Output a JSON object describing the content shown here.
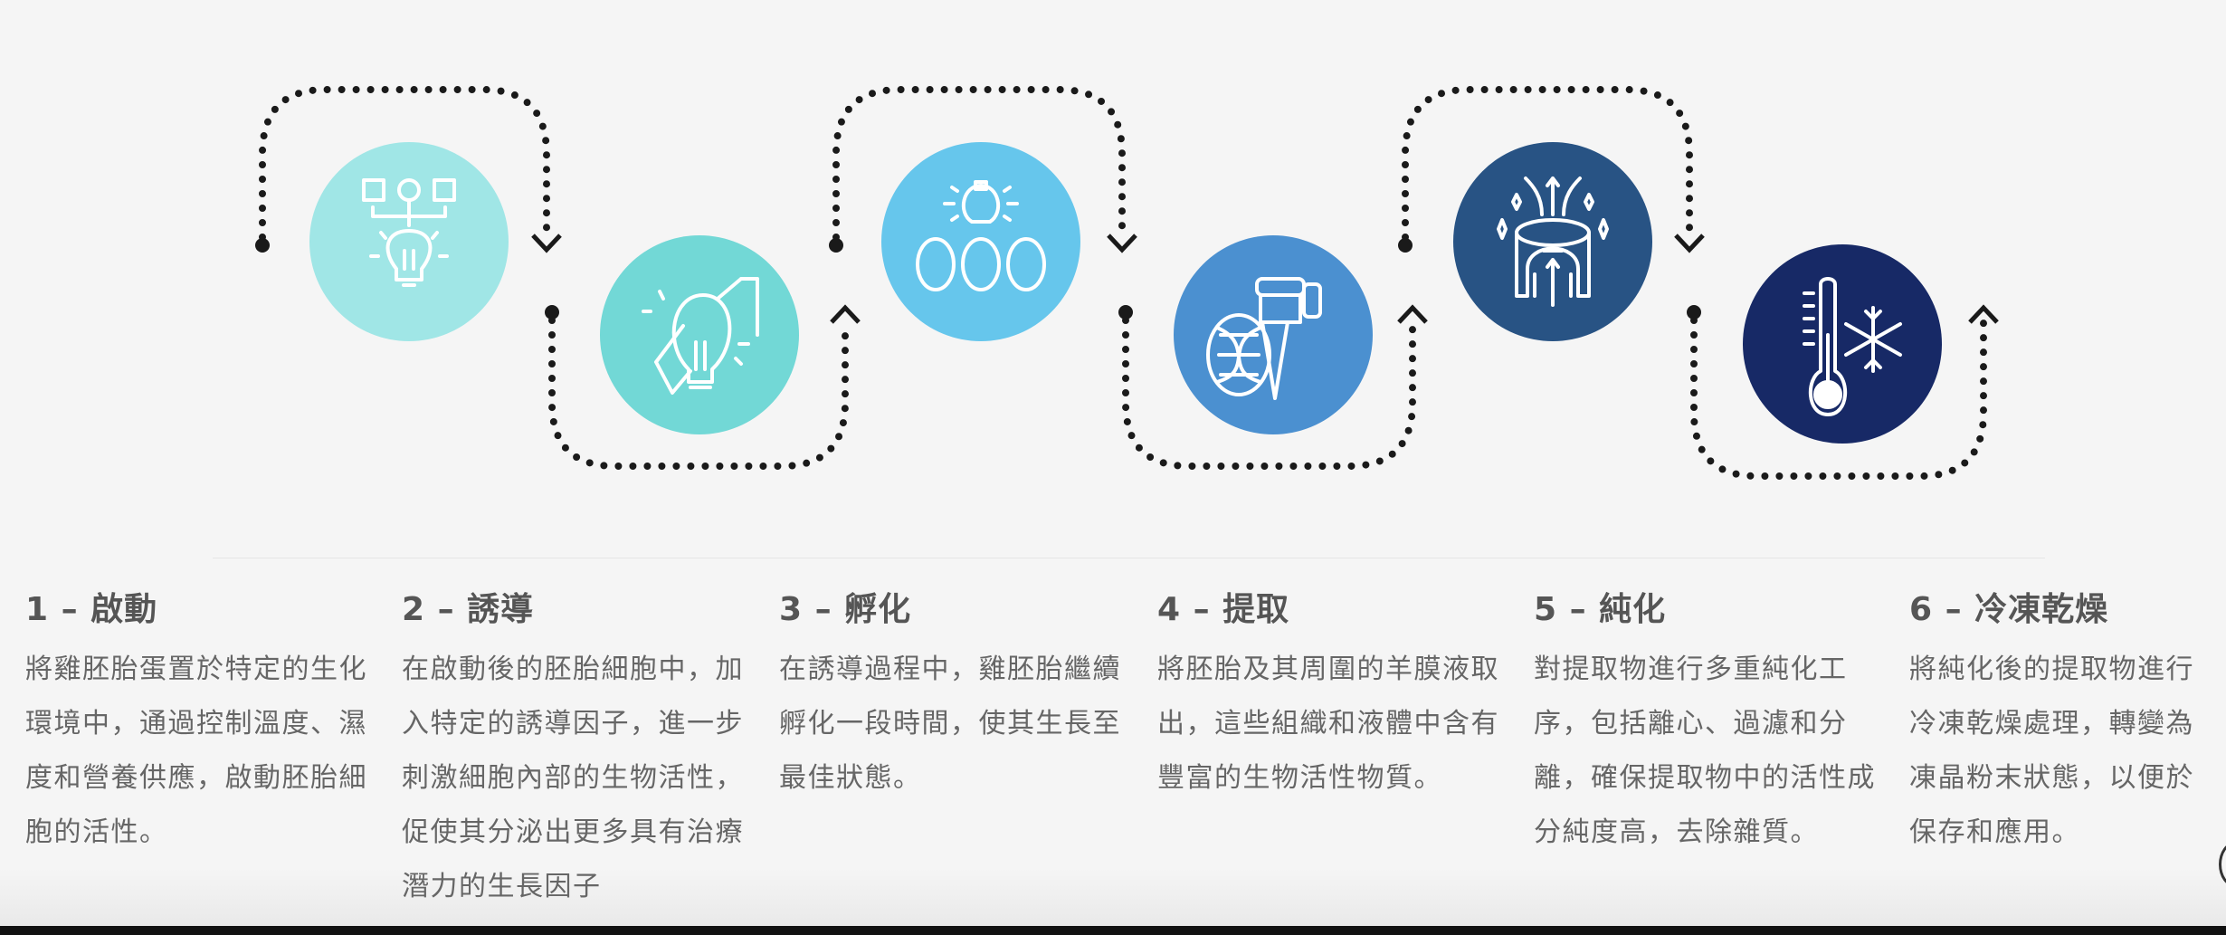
{
  "colors": {
    "step1": "#a0e6e6",
    "step2": "#72d8d6",
    "step3": "#66c6ec",
    "step4": "#4b90d0",
    "step5": "#285384",
    "step6": "#172966",
    "connector": "#1a1a1a"
  },
  "steps": [
    {
      "title": "1 – 啟動",
      "icon": "shapes-lightbulb-icon",
      "text": "將雞胚胎蛋置於特定的生化環境中，通過控制溫度、濕度和營養供應，啟動胚胎細胞的活性。"
    },
    {
      "title": "2 – 誘導",
      "icon": "lightbulb-growth-arrow-icon",
      "text": "在啟動後的胚胎細胞中，加入特定的誘導因子，進一步刺激細胞內部的生物活性，促使其分泌出更多具有治療潛力的生長因子"
    },
    {
      "title": "3 – 孵化",
      "icon": "lightbulb-eggs-icon",
      "text": "在誘導過程中，雞胚胎繼續孵化一段時間，使其生長至最佳狀態。"
    },
    {
      "title": "4 – 提取",
      "icon": "dna-test-tube-icon",
      "text": "將胚胎及其周圍的羊膜液取出，這些組織和液體中含有豐富的生物活性物質。"
    },
    {
      "title": "5 – 純化",
      "icon": "purification-filter-icon",
      "text": "對提取物進行多重純化工序，包括離心、過濾和分離，確保提取物中的活性成分純度高，去除雜質。"
    },
    {
      "title": "6 – 冷凍乾燥",
      "icon": "thermometer-snowflake-icon",
      "text": "將純化後的提取物進行冷凍乾燥處理，轉變為凍晶粉末狀態，以便於保存和應用。"
    }
  ]
}
